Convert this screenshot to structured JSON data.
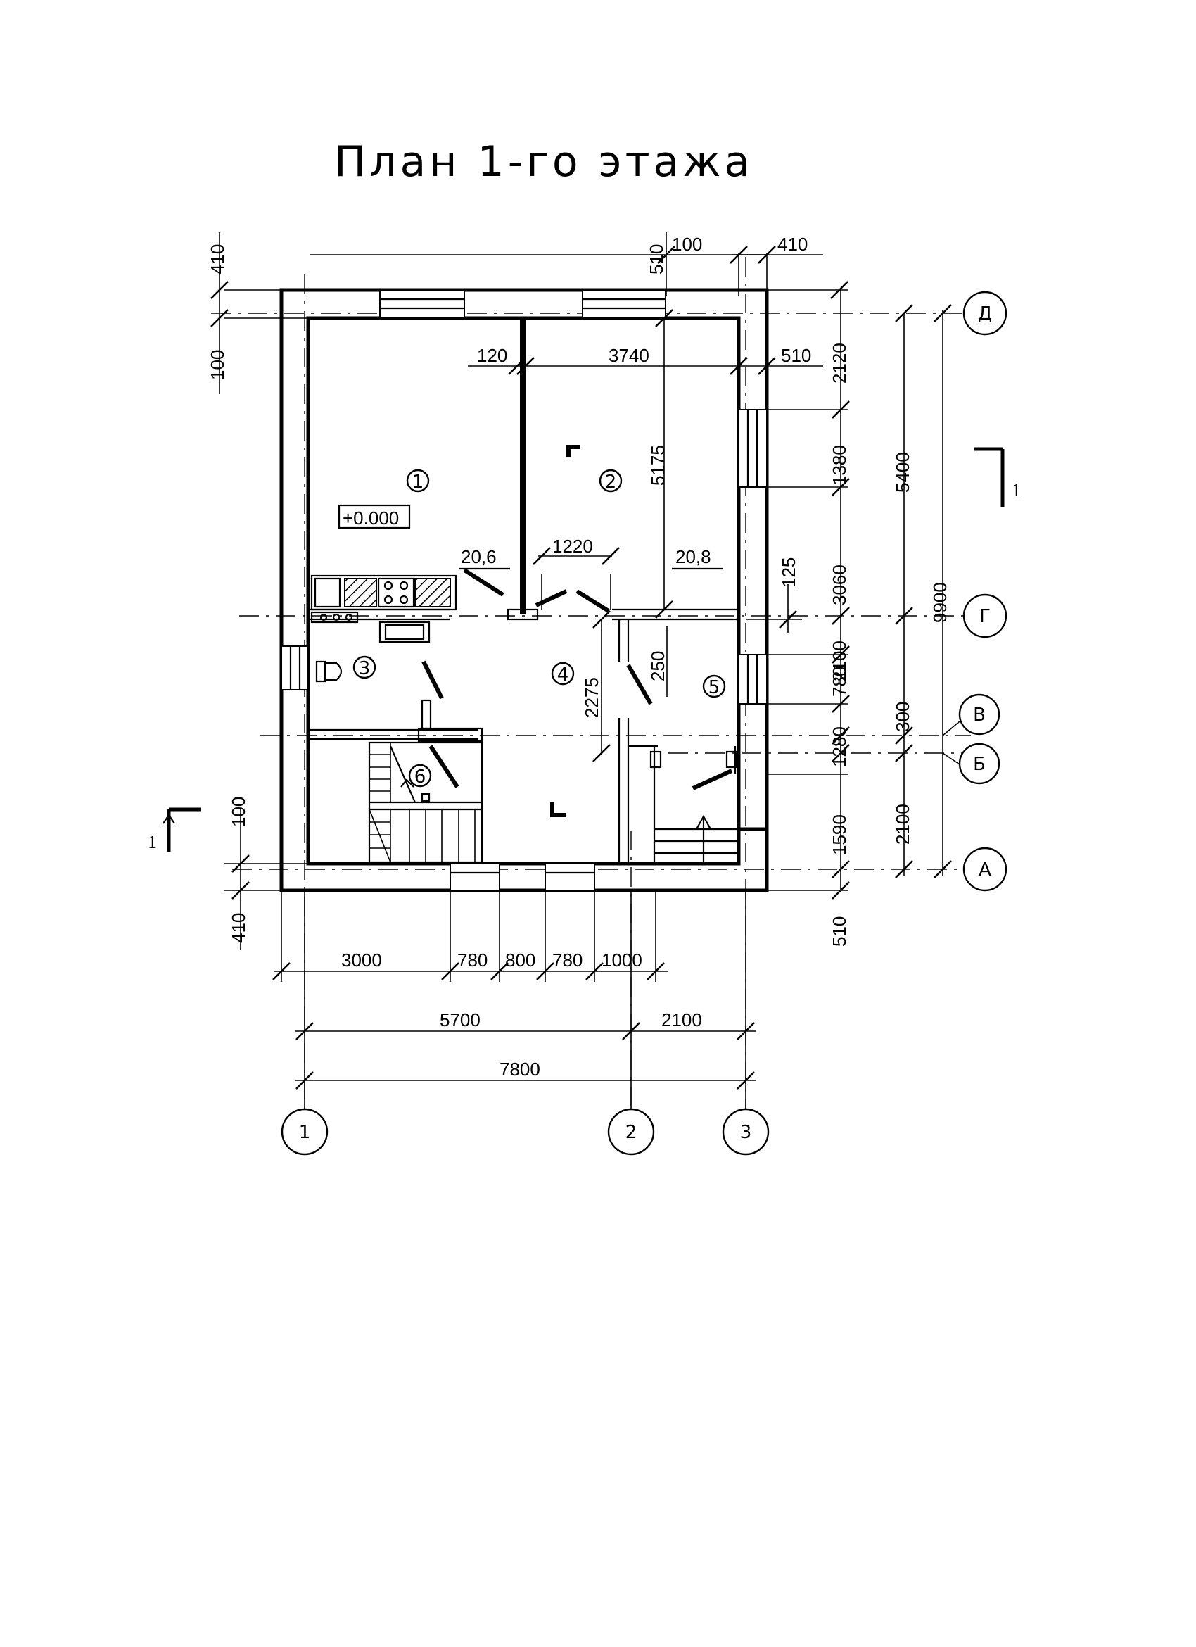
{
  "title": "План  1-го этажа",
  "axes": {
    "horizontal": [
      "1",
      "2",
      "3"
    ],
    "vertical": [
      "Д",
      "Г",
      "В",
      "Б",
      "А"
    ]
  },
  "rooms": [
    "1",
    "2",
    "3",
    "4",
    "5",
    "6"
  ],
  "room_areas": {
    "room1": "20,6",
    "room2": "20,8"
  },
  "level_mark": "+0.000",
  "section": {
    "label": "1"
  },
  "dimensions": {
    "top_wall_left": "410",
    "top_wall_inner_left": "100",
    "top_510": "510",
    "top_100": "100",
    "top_410": "410",
    "inner_120": "120",
    "inner_3740": "3740",
    "inner_510": "510",
    "room2_height": "5175",
    "door_1220": "1220",
    "hall_2275": "2275",
    "hall_250": "250",
    "wall_125": "125",
    "right_chain": [
      "2120",
      "1380",
      "3060",
      "2100",
      "780",
      "300",
      "1280",
      "1590",
      "510"
    ],
    "right_5400": "5400",
    "right_2100": "2100",
    "right_9900": "9900",
    "bottom_chain": [
      "3000",
      "780",
      "800",
      "780",
      "1000"
    ],
    "bottom_5700": "5700",
    "bottom_2100": "2100",
    "bottom_7800": "7800",
    "left_100_bottom": "100",
    "left_410_bottom": "410"
  }
}
